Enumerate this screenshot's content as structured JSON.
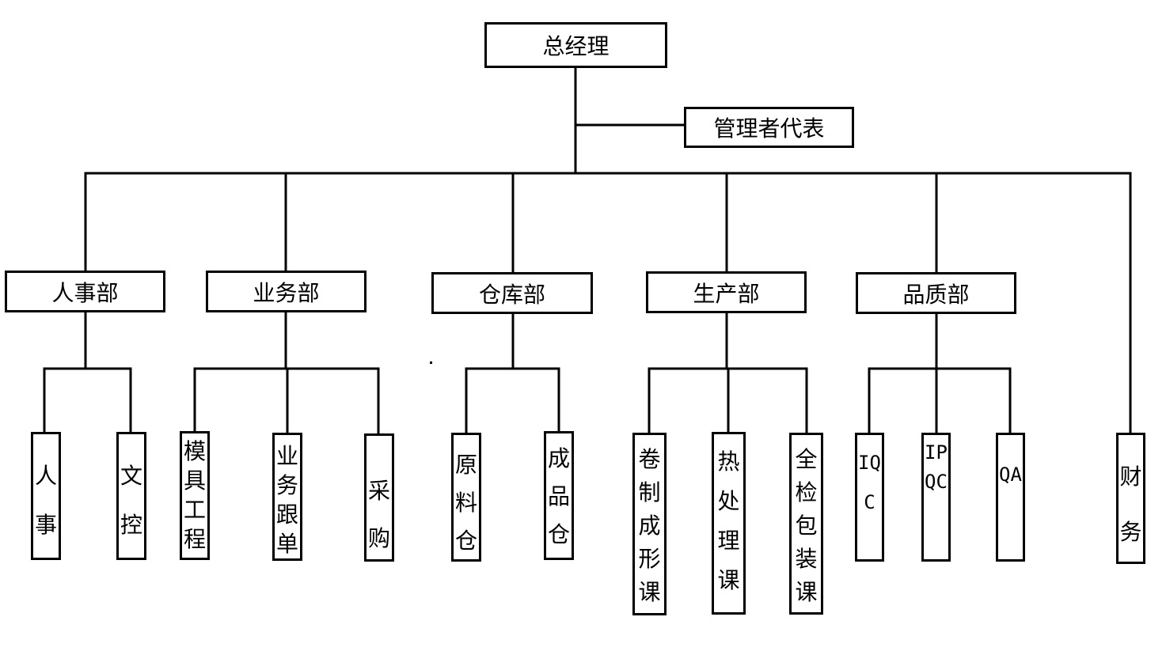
{
  "top": {
    "label": "总经理"
  },
  "mgmt_rep": {
    "label": "管理者代表"
  },
  "departments": [
    {
      "name": "人事部",
      "units": [
        "人事",
        "文控"
      ]
    },
    {
      "name": "业务部",
      "units": [
        "模具工程",
        "业务跟单",
        "采购"
      ]
    },
    {
      "name": "仓库部",
      "units": [
        "原料仓",
        "成品仓"
      ]
    },
    {
      "name": "生产部",
      "units": [
        "卷制成形课",
        "热处理课",
        "全检包装课"
      ]
    },
    {
      "name": "品质部",
      "units": [
        "IQC",
        "IPQC",
        "QA"
      ]
    },
    {
      "name": "",
      "units": [
        "财务"
      ]
    }
  ]
}
